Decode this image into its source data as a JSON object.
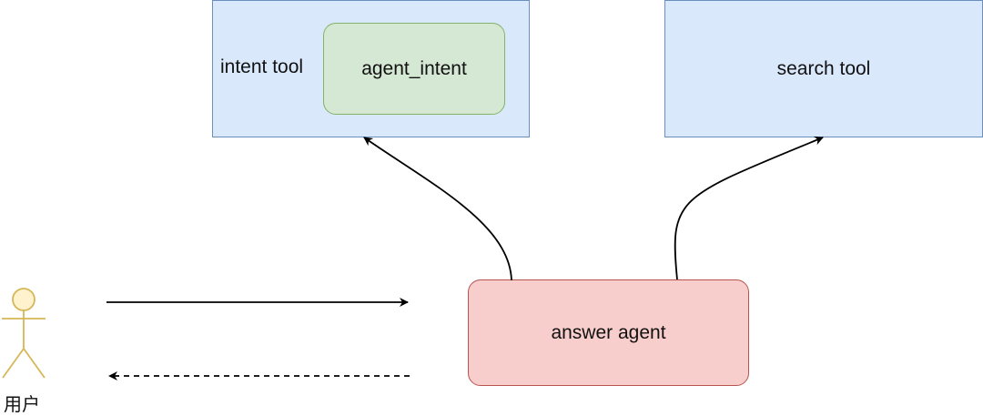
{
  "diagram": {
    "intent_tool": {
      "label": "intent tool",
      "inner_label": "agent_intent"
    },
    "search_tool": {
      "label": "search tool"
    },
    "answer_agent": {
      "label": "answer agent"
    },
    "user": {
      "label": "用户"
    },
    "colors": {
      "tool_fill": "#dae8fc",
      "tool_stroke": "#6c8ebf",
      "intent_fill": "#d5e8d4",
      "intent_stroke": "#82b366",
      "agent_fill": "#f8cecc",
      "agent_stroke": "#b85450",
      "actor_fill": "#fff2cc",
      "actor_stroke": "#d6b656",
      "edge": "#000000"
    },
    "edges": [
      {
        "from": "answer_agent",
        "to": "intent_tool",
        "style": "solid"
      },
      {
        "from": "answer_agent",
        "to": "search_tool",
        "style": "solid"
      },
      {
        "from": "user",
        "to": "answer_agent",
        "style": "solid"
      },
      {
        "from": "answer_agent",
        "to": "user",
        "style": "dashed"
      }
    ]
  }
}
